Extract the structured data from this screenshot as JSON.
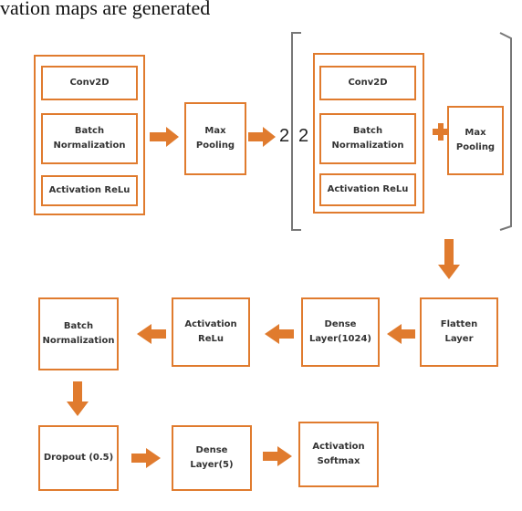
{
  "caption": "vation maps are generated",
  "block1": {
    "conv": "Conv2D",
    "bn": "Batch\nNormalization",
    "act": "Activation ReLu"
  },
  "maxpool1": "Max\nPooling",
  "repeat_left": "2",
  "repeat_right": "2",
  "block2": {
    "conv": "Conv2D",
    "bn": "Batch\nNormalization",
    "act": "Activation ReLu"
  },
  "maxpool2": "Max\nPooling",
  "flatten": "Flatten\nLayer",
  "dense1024": "Dense\nLayer(1024)",
  "act_relu": "Activation\nReLu",
  "bn_final": "Batch\nNormalization",
  "dropout": "Dropout (0.5)",
  "dense5": "Dense Layer(5)",
  "softmax": "Activation\nSoftmax",
  "colors": {
    "accent": "#e07b2e",
    "bracket": "#777777"
  }
}
